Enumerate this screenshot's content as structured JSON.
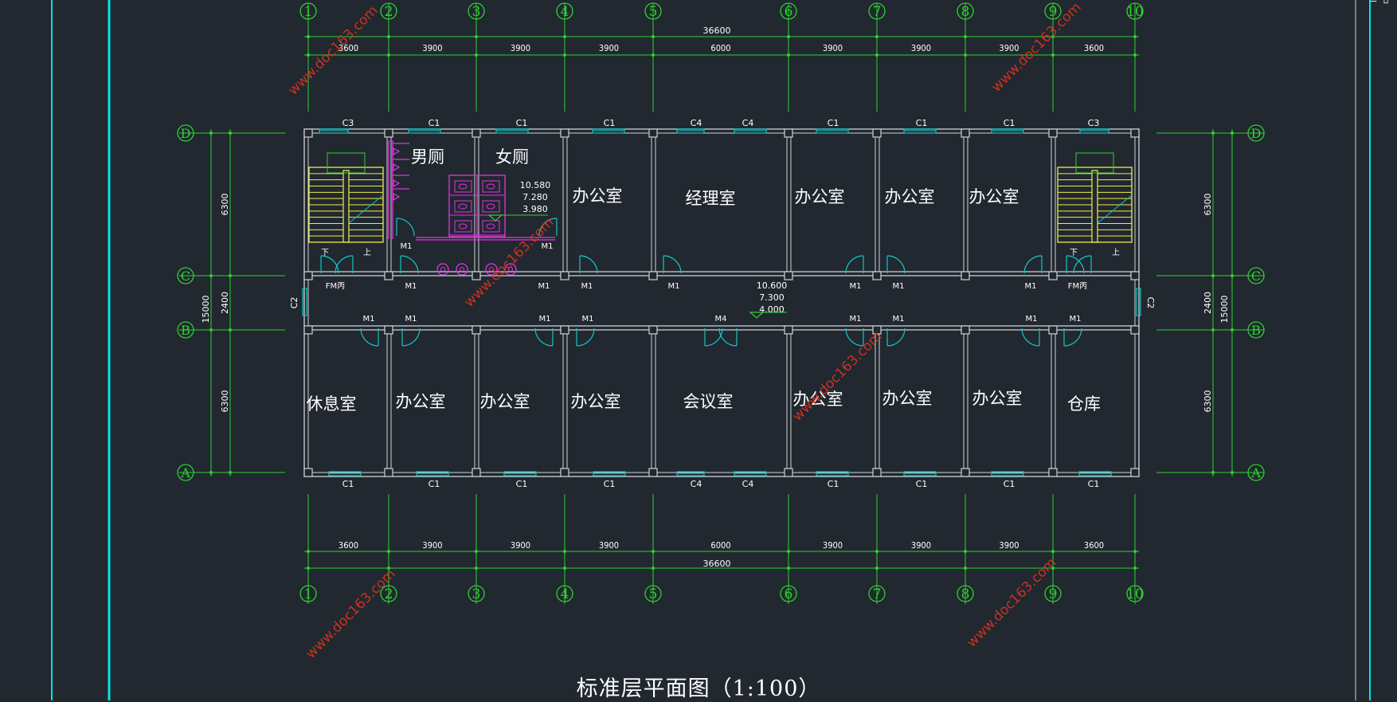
{
  "drawing_title": "标准层平面图（1:100）",
  "corner_icons": "– ▫",
  "colors": {
    "background": "#212830",
    "frame": "#00e5e5",
    "dimension": "#2fd12f",
    "wall": "#cfd3d6",
    "window": "#12c4c4",
    "door": "#12c4c4",
    "stair": "#f2ec4a",
    "fixture": "#e133e1",
    "room_text": "#ffffff",
    "watermark": "#e0331e"
  },
  "axes_x": [
    "1",
    "2",
    "3",
    "4",
    "5",
    "6",
    "7",
    "8",
    "9",
    "10"
  ],
  "axes_y": [
    "D",
    "C",
    "B",
    "A"
  ],
  "bay_spans": [
    "3600",
    "3900",
    "3900",
    "3900",
    "6000",
    "3900",
    "3900",
    "3900",
    "3600"
  ],
  "total_length": "36600",
  "depth_spans": [
    "6300",
    "2400",
    "6300"
  ],
  "total_depth": "15000",
  "rooms_north": [
    "男厕",
    "女厕",
    "办公室",
    "经理室",
    "办公室",
    "办公室",
    "办公室"
  ],
  "rooms_south": [
    "休息室",
    "办公室",
    "办公室",
    "办公室",
    "会议室",
    "办公室",
    "办公室",
    "办公室",
    "仓库"
  ],
  "windows_north": [
    "C3",
    "C1",
    "C1",
    "C1",
    "C4",
    "C4",
    "C1",
    "C1",
    "C1",
    "C3"
  ],
  "windows_south": [
    "C1",
    "C1",
    "C1",
    "C1",
    "C4",
    "C4",
    "C1",
    "C1",
    "C1",
    "C1"
  ],
  "windows_end": [
    "C2",
    "C2"
  ],
  "doors_north": [
    "FM丙",
    "M1",
    "M1",
    "M1",
    "M1",
    "M1",
    "M1",
    "M1",
    "FM丙"
  ],
  "doors_south": [
    "M1",
    "M1",
    "M1",
    "M1",
    "M4",
    "M1",
    "M1",
    "M1",
    "M1"
  ],
  "doors_toilet": [
    "M1",
    "M1"
  ],
  "stair_labels": [
    "下",
    "上",
    "下",
    "上"
  ],
  "elevations_toilet": [
    "10.580",
    "7.280",
    "3.980"
  ],
  "elevations_corridor": [
    "10.600",
    "7.300",
    "4.000"
  ],
  "watermark_text": "www.doc163.com"
}
